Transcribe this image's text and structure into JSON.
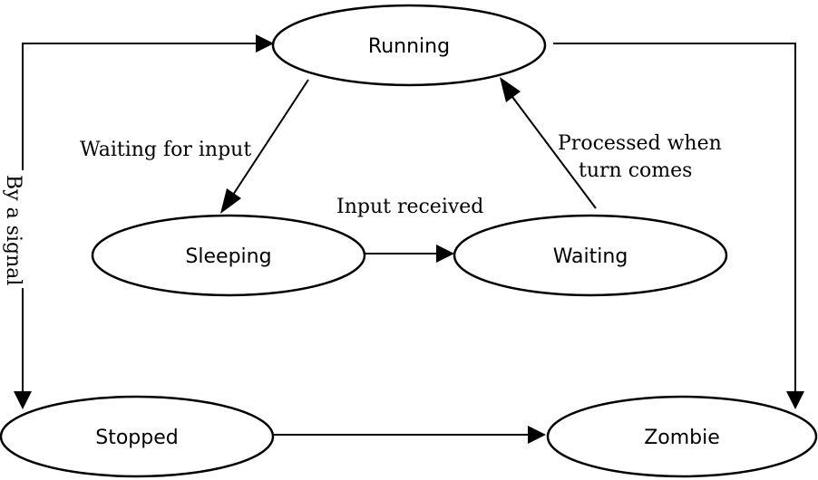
{
  "nodes": {
    "running": "Running",
    "sleeping": "Sleeping",
    "waiting": "Waiting",
    "stopped": "Stopped",
    "zombie": "Zombie"
  },
  "edges": {
    "waiting_for_input": "Waiting for input",
    "input_received": "Input received",
    "processed_line1": "Processed when",
    "processed_line2": "turn comes",
    "by_a_signal": "By a signal"
  }
}
